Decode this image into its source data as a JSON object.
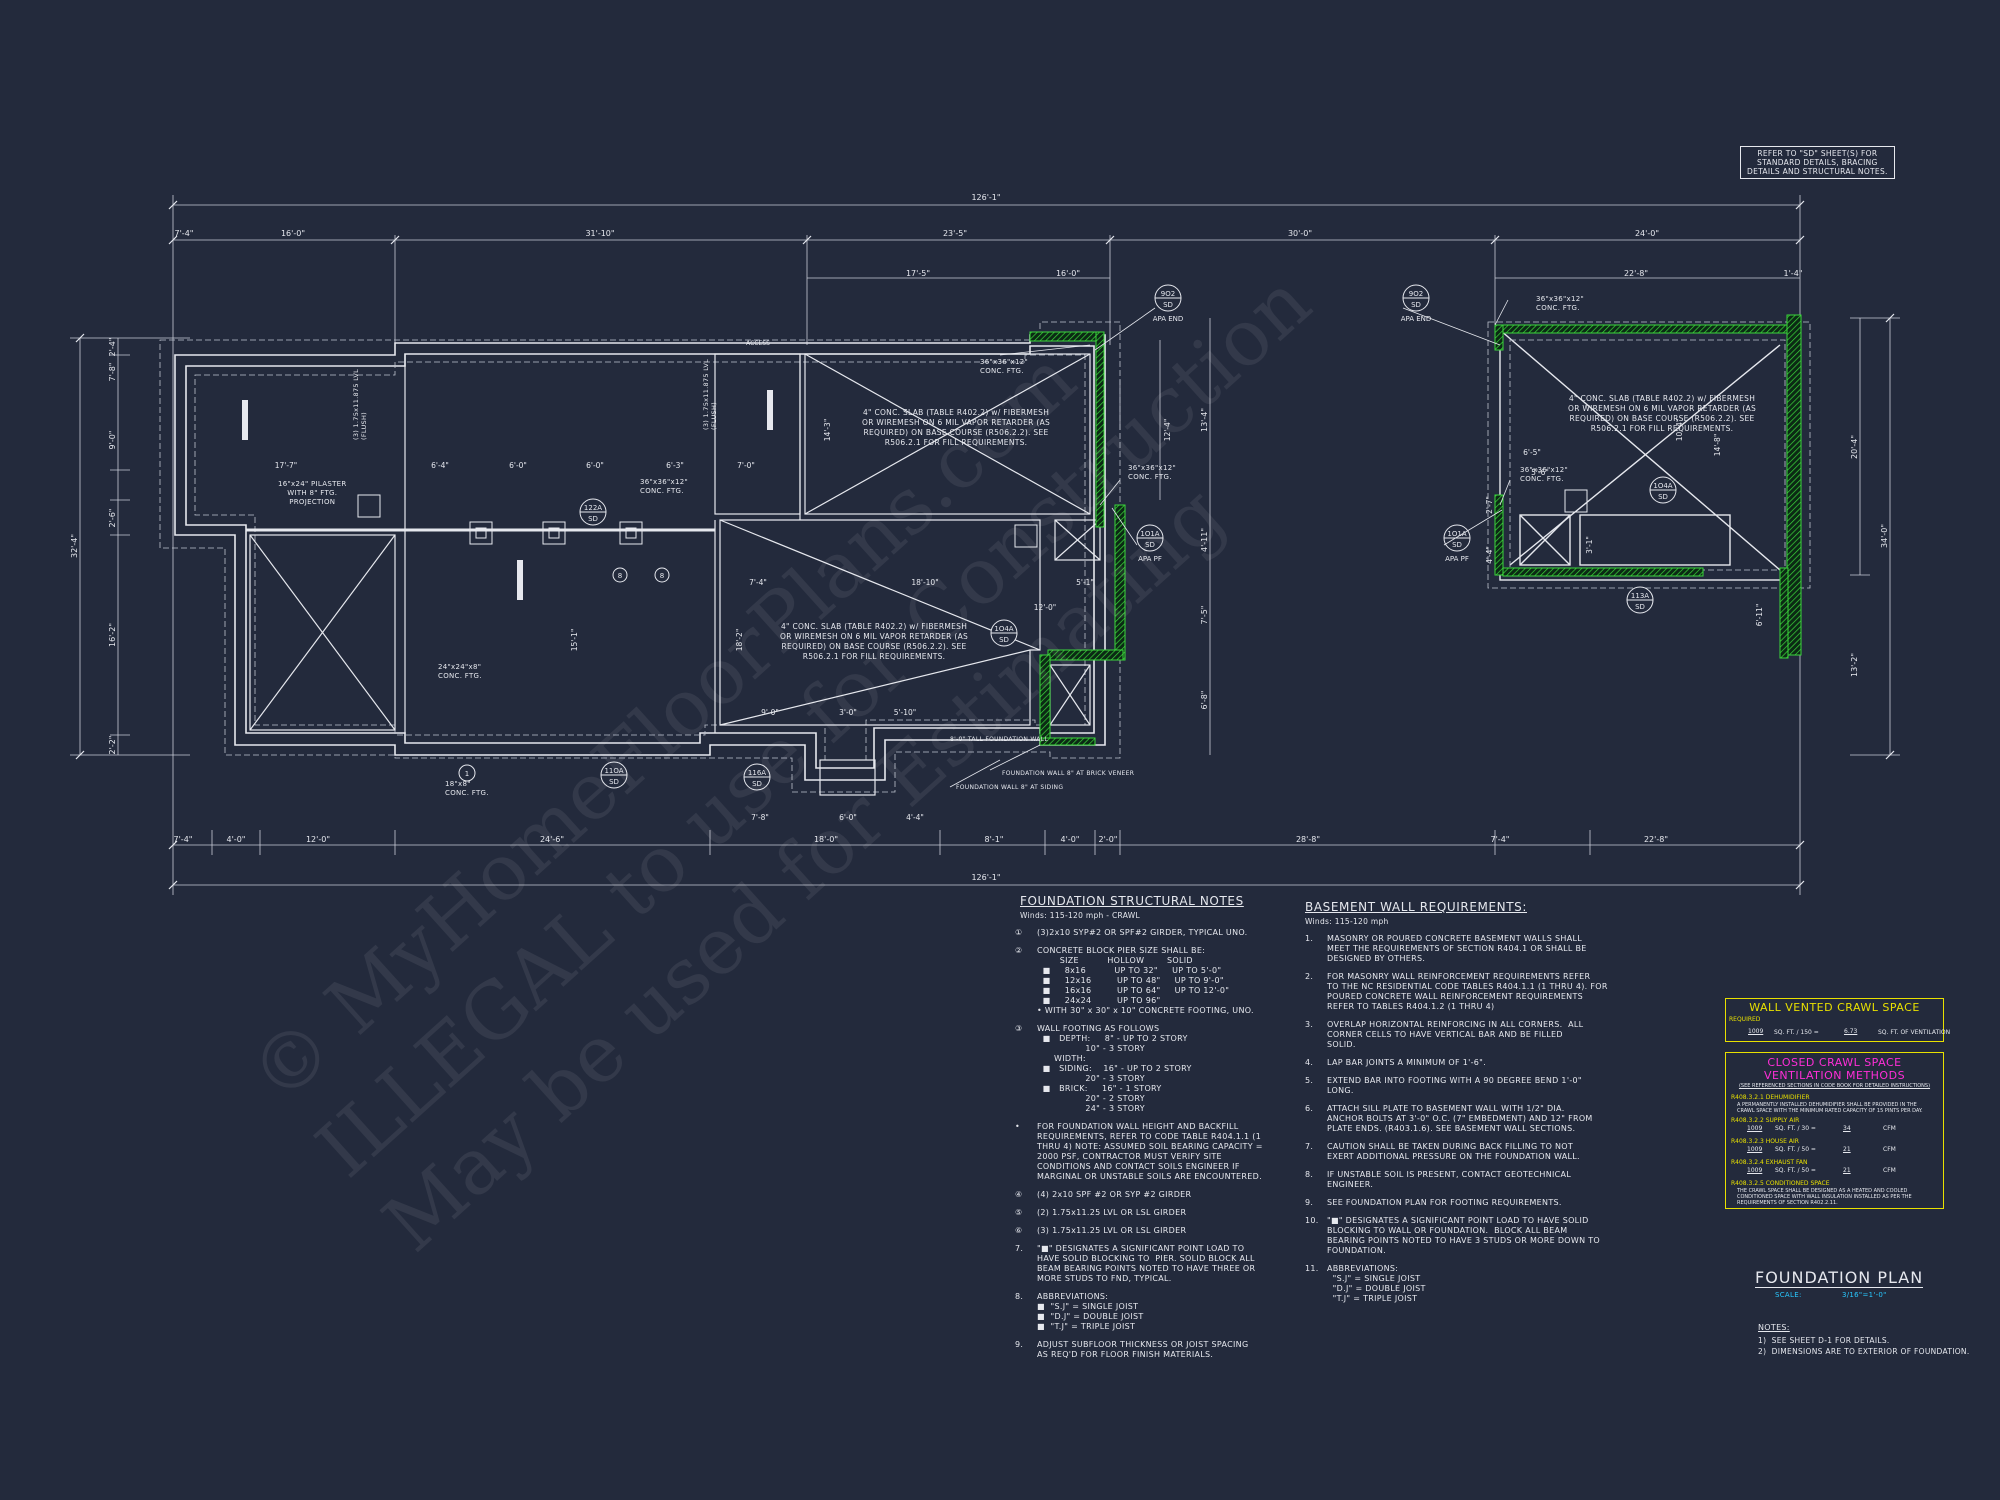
{
  "sheet_note": "REFER TO \"SD\" SHEET(S) FOR\nSTANDARD DETAILS, BRACING\nDETAILS AND STRUCTURAL NOTES.",
  "overall_top": "126'-1\"",
  "overall_bottom": "126'-1\"",
  "top_dims": [
    "7'-4\"",
    "16'-0\"",
    "31'-10\"",
    "23'-5\"",
    "30'-0\"",
    "24'-0\""
  ],
  "top_dims_2": [
    "17'-5\"",
    "16'-0\"",
    "22'-8\"",
    "1'-4\""
  ],
  "bottom_dims": [
    "7'-4\"",
    "4'-0\"",
    "12'-0\"",
    "24'-6\"",
    "18'-0\"",
    "8'-1\"",
    "4'-0\"",
    "2'-0\"",
    "28'-8\"",
    "7'-4\"",
    "22'-8\""
  ],
  "left_dims": [
    "2'-4\"",
    "7'-8\"",
    "9'-0\"",
    "2'-6\"",
    "16'-2\"",
    "2'-2\""
  ],
  "left_overall": "32'-4\"",
  "right_dims": [
    "20'-4\"",
    "34'-0\"",
    "13'-2\""
  ],
  "mid_right_dims": [
    "13'-4\"",
    "4'-11\"",
    "7'-5\"",
    "6'-8\""
  ],
  "interior_dims": [
    "17'-7\"",
    "6'-4\"",
    "6'-0\"",
    "6'-0\"",
    "6'-3\"",
    "7'-0\"",
    "7'-4\"",
    "18'-10\"",
    "12'-0\"",
    "5'-1\"",
    "9'-0\"",
    "3'-0\"",
    "5'-10\"",
    "6'-0\"",
    "7'-8\"",
    "4'-4\"",
    "14'-3\"",
    "18'-2\"",
    "15'-1\"",
    "12'-4\"",
    "14'-8\"",
    "6'-5\"",
    "3'-1\"",
    "6'-11\"",
    "2'-7\"",
    "4'-4\"",
    "10'-4\"",
    "5'-6\""
  ],
  "slab_note": "4\" CONC. SLAB (TABLE R402.2) w/ FIBERMESH\nOR WIREMESH ON 6 MIL VAPOR RETARDER (AS\nREQUIRED) ON BASE COURSE (R506.2.2). SEE\nR506.2.1 FOR FILL REQUIREMENTS.",
  "labels": {
    "ftg36": "36\"x36\"x12\"\nCONC. FTG.",
    "pilaster": "16\"x24\" PILASTER\nWITH 8\" FTG.\nPROJECTION",
    "ftg24": "24\"x24\"x8\"\nCONC. FTG.",
    "ftg18": "18\"x8\"\nCONC. FTG.",
    "access": "ACCESS",
    "lvl1": "(3) 1.75x11.875 LVL\n(FLUSH)",
    "lvl2": "(3) 1.75x11.875 LVL\n(FLUSH)",
    "tall_wall": "8'-0\" TALL FOUNDATION WALL",
    "brick_wall": "FOUNDATION WALL 8\" AT BRICK VENEER",
    "siding_wall": "FOUNDATION WALL 8\" AT SIDING",
    "apa_end": "APA END",
    "apa_pf": "APA PF"
  },
  "callouts": [
    {
      "top": "9O2",
      "bot": "SD"
    },
    {
      "top": "1O1A",
      "bot": "SD"
    },
    {
      "top": "122A",
      "bot": "SD"
    },
    {
      "top": "1O4A",
      "bot": "SD"
    },
    {
      "top": "11OA",
      "bot": "SD"
    },
    {
      "top": "116A",
      "bot": "SD"
    },
    {
      "top": "9O2",
      "bot": "SD"
    },
    {
      "top": "1O1A",
      "bot": "SD"
    },
    {
      "top": "1O4A",
      "bot": "SD"
    },
    {
      "top": "113A",
      "bot": "SD"
    }
  ],
  "tags": [
    "1",
    "8",
    "8"
  ],
  "fsn": {
    "title": "FOUNDATION STRUCTURAL NOTES",
    "sub": "Winds: 115-120 mph - CRAWL",
    "items": [
      {
        "n": "①",
        "t": "(3)2x10 SYP#2 OR SPF#2 GIRDER, TYPICAL UNO."
      },
      {
        "n": "②",
        "t": "CONCRETE BLOCK PIER SIZE SHALL BE:\n        SIZE          HOLLOW        SOLID\n  ■     8x16          UP TO 32\"     UP TO 5'-0\"\n  ■     12x16         UP TO 48\"     UP TO 9'-0\"\n  ■     16x16         UP TO 64\"     UP TO 12'-0\"\n  ■     24x24         UP TO 96\"\n• WITH 30\" x 30\" x 10\" CONCRETE FOOTING, UNO."
      },
      {
        "n": "③",
        "t": "WALL FOOTING AS FOLLOWS\n  ■   DEPTH:     8\" - UP TO 2 STORY\n                 10\" - 3 STORY\n      WIDTH:\n  ■   SIDING:    16\" - UP TO 2 STORY\n                 20\" - 3 STORY\n  ■   BRICK:     16\" - 1 STORY\n                 20\" - 2 STORY\n                 24\" - 3 STORY"
      },
      {
        "n": "•",
        "t": "FOR FOUNDATION WALL HEIGHT AND BACKFILL\nREQUIREMENTS, REFER TO CODE TABLE R404.1.1 (1\nTHRU 4) NOTE: ASSUMED SOIL BEARING CAPACITY =\n2000 PSF, CONTRACTOR MUST VERIFY SITE\nCONDITIONS AND CONTACT SOILS ENGINEER IF\nMARGINAL OR UNSTABLE SOILS ARE ENCOUNTERED."
      },
      {
        "n": "④",
        "t": "(4) 2x10 SPF #2 OR SYP #2 GIRDER"
      },
      {
        "n": "⑤",
        "t": "(2) 1.75x11.25 LVL OR LSL GIRDER"
      },
      {
        "n": "⑥",
        "t": "(3) 1.75x11.25 LVL OR LSL GIRDER"
      },
      {
        "n": "7.",
        "t": "\"■\" DESIGNATES A SIGNIFICANT POINT LOAD TO\nHAVE SOLID BLOCKING TO  PIER. SOLID BLOCK ALL\nBEAM BEARING POINTS NOTED TO HAVE THREE OR\nMORE STUDS TO FND, TYPICAL."
      },
      {
        "n": "8.",
        "t": "ABBREVIATIONS:\n■  \"S.J\" = SINGLE JOIST\n■  \"D.J\" = DOUBLE JOIST\n■  \"T.J\" = TRIPLE JOIST"
      },
      {
        "n": "9.",
        "t": "ADJUST SUBFLOOR THICKNESS OR JOIST SPACING\nAS REQ'D FOR FLOOR FINISH MATERIALS."
      }
    ]
  },
  "bwr": {
    "title": "BASEMENT WALL REQUIREMENTS:",
    "sub": "Winds: 115-120 mph",
    "items": [
      {
        "n": "1.",
        "t": "MASONRY OR POURED CONCRETE BASEMENT WALLS SHALL\nMEET THE REQUIREMENTS OF SECTION R404.1 OR SHALL BE\nDESIGNED BY OTHERS."
      },
      {
        "n": "2.",
        "t": "FOR MASONRY WALL REINFORCEMENT REQUIREMENTS REFER\nTO THE NC RESIDENTIAL CODE TABLES R404.1.1 (1 THRU 4). FOR\nPOURED CONCRETE WALL REINFORCEMENT REQUIREMENTS\nREFER TO TABLES R404.1.2 (1 THRU 4)"
      },
      {
        "n": "3.",
        "t": "OVERLAP HORIZONTAL REINFORCING IN ALL CORNERS.  ALL\nCORNER CELLS TO HAVE VERTICAL BAR AND BE FILLED\nSOLID."
      },
      {
        "n": "4.",
        "t": "LAP BAR JOINTS A MINIMUM OF 1'-6\"."
      },
      {
        "n": "5.",
        "t": "EXTEND BAR INTO FOOTING WITH A 90 DEGREE BEND 1'-0\"\nLONG."
      },
      {
        "n": "6.",
        "t": "ATTACH SILL PLATE TO BASEMENT WALL WITH 1/2\" DIA.\nANCHOR BOLTS AT 3'-0\" O.C. (7\" EMBEDMENT) AND 12\" FROM\nPLATE ENDS. (R403.1.6). SEE BASEMENT WALL SECTIONS."
      },
      {
        "n": "7.",
        "t": "CAUTION SHALL BE TAKEN DURING BACK FILLING TO NOT\nEXERT ADDITIONAL PRESSURE ON THE FOUNDATION WALL."
      },
      {
        "n": "8.",
        "t": "IF UNSTABLE SOIL IS PRESENT, CONTACT GEOTECHNICAL\nENGINEER."
      },
      {
        "n": "9.",
        "t": "SEE FOUNDATION PLAN FOR FOOTING REQUIREMENTS."
      },
      {
        "n": "10.",
        "t": "\"■\" DESIGNATES A SIGNIFICANT POINT LOAD TO HAVE SOLID\nBLOCKING TO WALL OR FOUNDATION.  BLOCK ALL BEAM\nBEARING POINTS NOTED TO HAVE 3 STUDS OR MORE DOWN TO\nFOUNDATION."
      },
      {
        "n": "11.",
        "t": "ABBREVIATIONS:\n  \"S.J\" = SINGLE JOIST\n  \"D.J\" = DOUBLE JOIST\n  \"T.J\" = TRIPLE JOIST"
      }
    ]
  },
  "vent": {
    "title": "WALL VENTED CRAWL SPACE",
    "required": "REQUIRED",
    "v1": "1009",
    "u1": "SQ. FT. / 150 =",
    "v2": "6.73",
    "u2": "SQ. FT. OF VENTILATION"
  },
  "closed": {
    "title": "CLOSED CRAWL SPACE\nVENTILATION METHODS",
    "sub": "(SEE REFERENCED SECTIONS IN CODE BOOK FOR DETAILED INSTRUCTIONS)",
    "rows": [
      {
        "label": "R408.3.2.1 DEHUMIDIFIER",
        "text": "A PERMANENTLY INSTALLED DEHUMIDIFIER SHALL BE PROVIDED IN THE\nCRAWL SPACE WITH THE MINIMUM RATED CAPACITY OF 15 PINTS PER DAY."
      },
      {
        "label": "R408.3.2.2 SUPPLY AIR",
        "v": "1009",
        "u": "SQ. FT. / 30 =",
        "r": "34",
        "cfm": "CFM"
      },
      {
        "label": "R408.3.2.3 HOUSE AIR",
        "v": "1009",
        "u": "SQ. FT. / 50 =",
        "r": "21",
        "cfm": "CFM"
      },
      {
        "label": "R408.3.2.4 EXHAUST FAN",
        "v": "1009",
        "u": "SQ. FT. / 50 =",
        "r": "21",
        "cfm": "CFM"
      },
      {
        "label": "R408.3.2.5 CONDITIONED SPACE",
        "text": "THE CRAWL SPACE SHALL BE DESIGNED AS A HEATED AND COOLED\nCONDITIONED SPACE WITH WALL INSULATION INSTALLED AS PER THE\nREQUIREMENTS OF SECTION R402.2.11."
      }
    ]
  },
  "plan_title": "FOUNDATION PLAN",
  "scale_label": "SCALE:",
  "scale_value": "3/16\"=1'-0\"",
  "notes_title": "NOTES:",
  "notes": [
    "1)  SEE SHEET D-1 FOR DETAILS.",
    "2)  DIMENSIONS ARE TO EXTERIOR OF FOUNDATION."
  ],
  "watermark": [
    "© MyHomeFloorPlans.com",
    "ILLEGAL to use for Construction",
    "May be used for Estimating"
  ],
  "colors": {
    "bg": "#232a3c",
    "line": "#e6e8ee",
    "green": "#3bd63b",
    "yellow": "#e8e000",
    "magenta": "#ff2ed8",
    "cyan": "#29c8ff"
  }
}
